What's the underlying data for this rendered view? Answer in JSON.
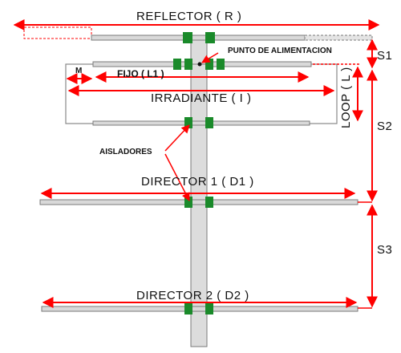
{
  "labels": {
    "reflector": "REFLECTOR ( R )",
    "feed_point": "PUNTO DE ALIMENTACION",
    "fixed": "FIJO ( L1 )",
    "m": "M",
    "radiator": "IRRADIANTE ( I )",
    "loop": "LOOP ( L )",
    "insulators": "AISLADORES",
    "director1": "DIRECTOR 1 ( D1 )",
    "director2": "DIRECTOR 2 ( D2 )",
    "s1": "S1",
    "s2": "S2",
    "s3": "S3"
  },
  "colors": {
    "dimension_line": "#ff0000",
    "element_tube": "#d9d9d9",
    "element_outline": "#7a7a7a",
    "insulator": "#1a8a2a",
    "text": "#111111"
  }
}
